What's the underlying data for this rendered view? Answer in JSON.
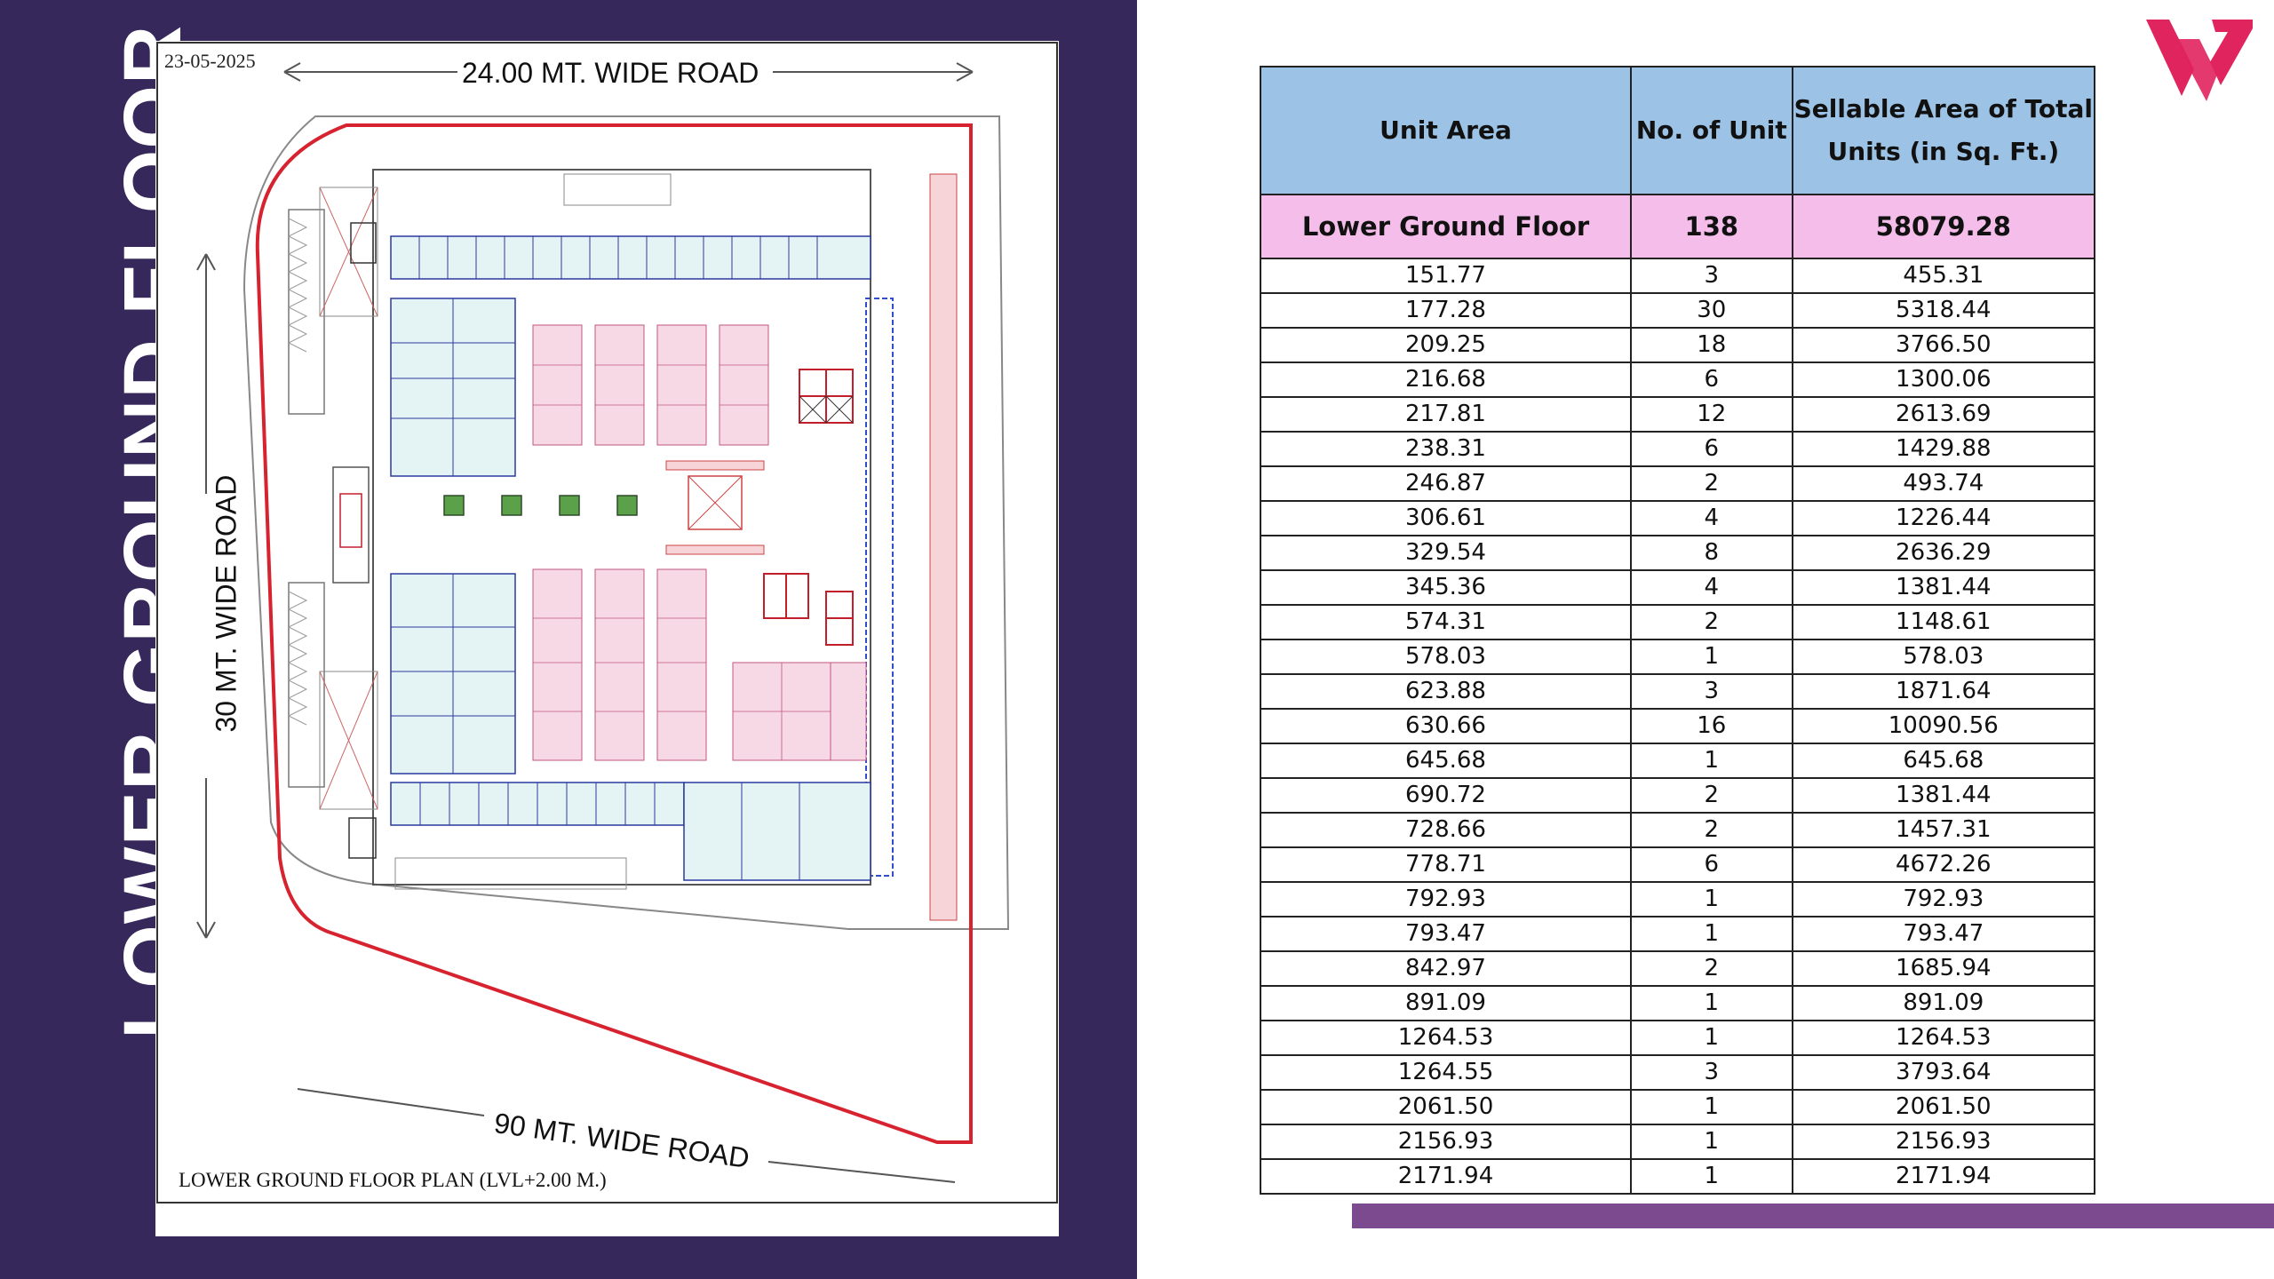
{
  "panel": {
    "title": "LOWER GROUND FLOOR",
    "background": "#36285b"
  },
  "plan": {
    "date": "23-05-2025",
    "road_top": "24.00 MT. WIDE ROAD",
    "road_left": "30 MT. WIDE ROAD",
    "road_bottom": "90 MT. WIDE ROAD",
    "caption": "LOWER GROUND FLOOR PLAN (LVL+2.00 M.)"
  },
  "table": {
    "headers": {
      "unit_area": "Unit Area",
      "no_of_unit": "No. of Unit",
      "sellable_line1": "Sellable Area of Total",
      "sellable_line2": "Units (in Sq. Ft.)"
    },
    "summary": {
      "label": "Lower Ground Floor",
      "units": "138",
      "area": "58079.28"
    },
    "rows": [
      [
        "151.77",
        "3",
        "455.31"
      ],
      [
        "177.28",
        "30",
        "5318.44"
      ],
      [
        "209.25",
        "18",
        "3766.50"
      ],
      [
        "216.68",
        "6",
        "1300.06"
      ],
      [
        "217.81",
        "12",
        "2613.69"
      ],
      [
        "238.31",
        "6",
        "1429.88"
      ],
      [
        "246.87",
        "2",
        "493.74"
      ],
      [
        "306.61",
        "4",
        "1226.44"
      ],
      [
        "329.54",
        "8",
        "2636.29"
      ],
      [
        "345.36",
        "4",
        "1381.44"
      ],
      [
        "574.31",
        "2",
        "1148.61"
      ],
      [
        "578.03",
        "1",
        "578.03"
      ],
      [
        "623.88",
        "3",
        "1871.64"
      ],
      [
        "630.66",
        "16",
        "10090.56"
      ],
      [
        "645.68",
        "1",
        "645.68"
      ],
      [
        "690.72",
        "2",
        "1381.44"
      ],
      [
        "728.66",
        "2",
        "1457.31"
      ],
      [
        "778.71",
        "6",
        "4672.26"
      ],
      [
        "792.93",
        "1",
        "792.93"
      ],
      [
        "793.47",
        "1",
        "793.47"
      ],
      [
        "842.97",
        "2",
        "1685.94"
      ],
      [
        "891.09",
        "1",
        "891.09"
      ],
      [
        "1264.53",
        "1",
        "1264.53"
      ],
      [
        "1264.55",
        "3",
        "3793.64"
      ],
      [
        "2061.50",
        "1",
        "2061.50"
      ],
      [
        "2156.93",
        "1",
        "2156.93"
      ],
      [
        "2171.94",
        "1",
        "2171.94"
      ]
    ],
    "header_color": "#9cc2e5",
    "summary_color": "#f5bde9"
  },
  "logo": {
    "icon": "brand-w-logo-icon",
    "color": "#e0245e"
  },
  "accent_bar_color": "#7b4a8f"
}
